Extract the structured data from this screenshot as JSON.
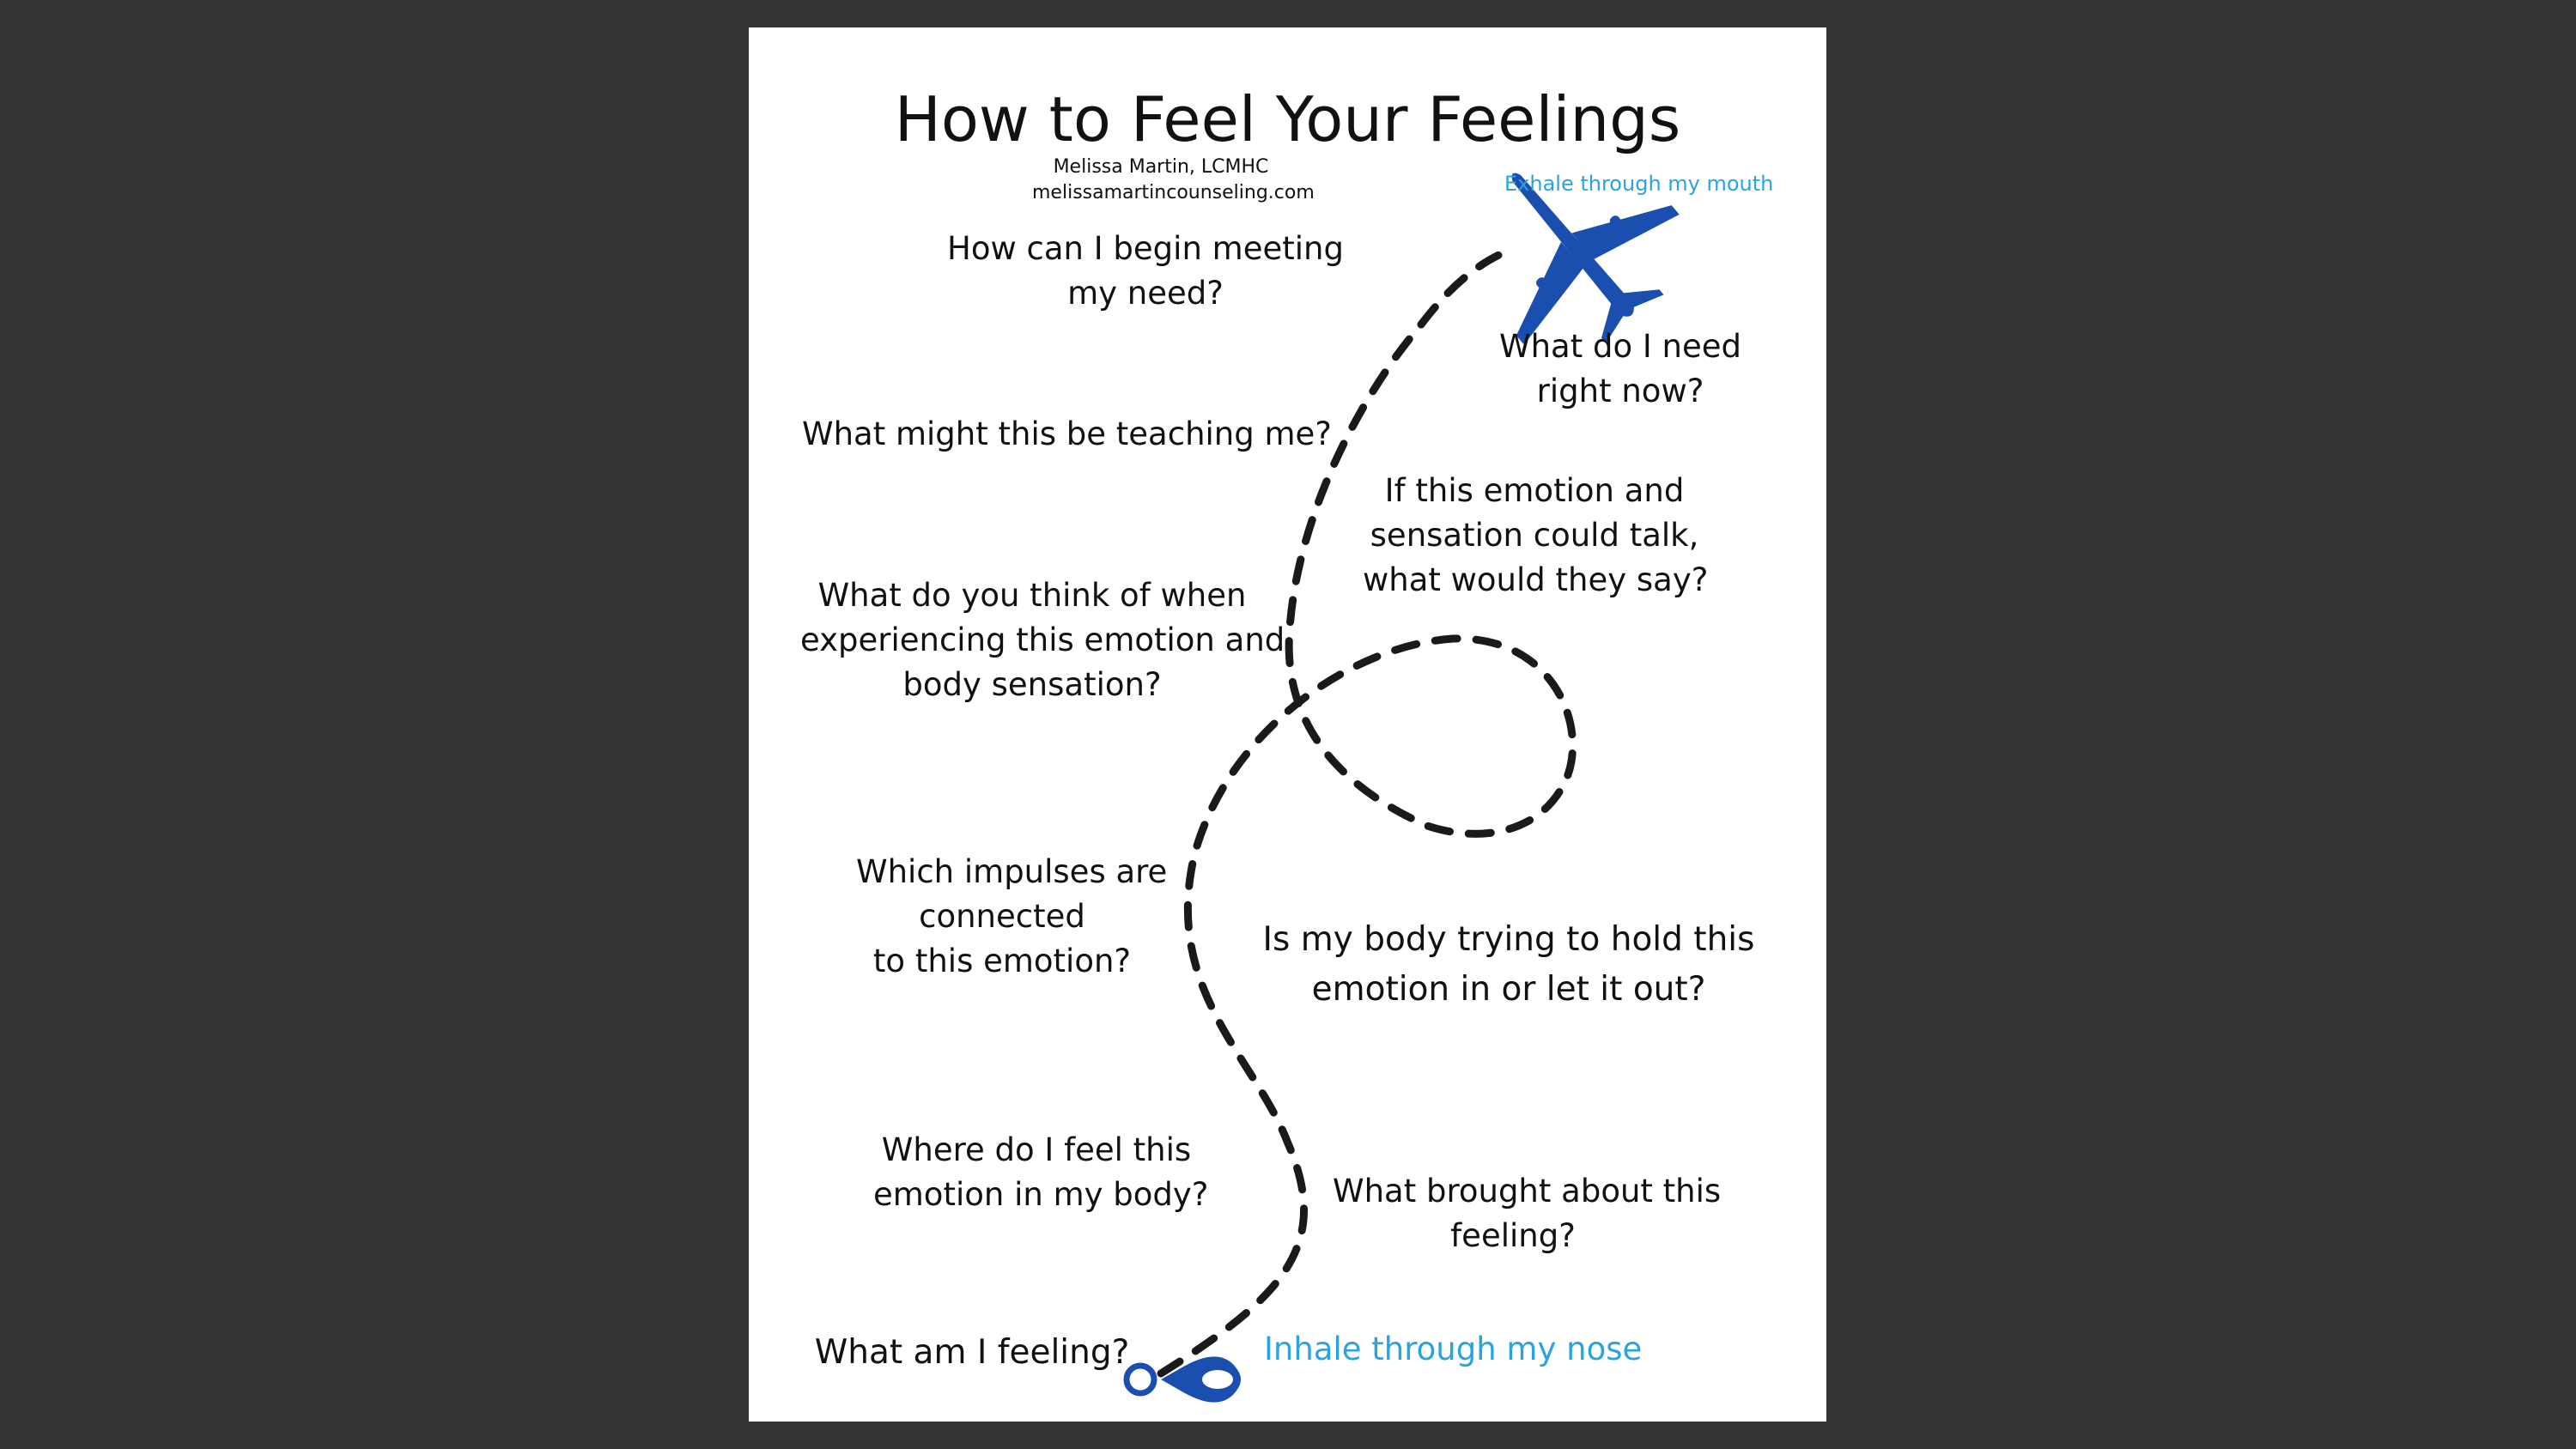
{
  "title": "How to Feel Your Feelings",
  "author": "Melissa Martin, LCMHC",
  "website": "melissamartincounseling.com",
  "exhale_label": "Exhale through my mouth",
  "inhale_label": "Inhale through my nose",
  "questions": {
    "begin_meeting_need": [
      "How can I begin meeting",
      "my need?"
    ],
    "need_right_now": [
      "What do I need",
      "right now?"
    ],
    "teaching_me": [
      "What might this be teaching me?"
    ],
    "emotion_talk": [
      "If this emotion and",
      "sensation could talk,",
      "what would they say?"
    ],
    "think_of": [
      "What do you think of when",
      "experiencing this emotion and",
      "body sensation?"
    ],
    "impulses": [
      "Which impulses are",
      "connected",
      "to this emotion?"
    ],
    "hold_or_let_out": [
      "Is my body trying to hold this",
      "emotion in or let it out?"
    ],
    "feel_in_body": [
      "Where do I feel this",
      "emotion in my body?"
    ],
    "brought_about": [
      "What brought about this",
      "feeling?"
    ],
    "what_feeling": [
      "What am I feeling?"
    ]
  },
  "icons": {
    "airplane": "airplane-icon",
    "start_marker": "start-marker-icon"
  },
  "colors": {
    "background": "#333333",
    "page": "#ffffff",
    "text": "#111111",
    "path": "#1a1a1a",
    "airplane": "#1a4fb0",
    "label_blue": "#2aa3df"
  }
}
